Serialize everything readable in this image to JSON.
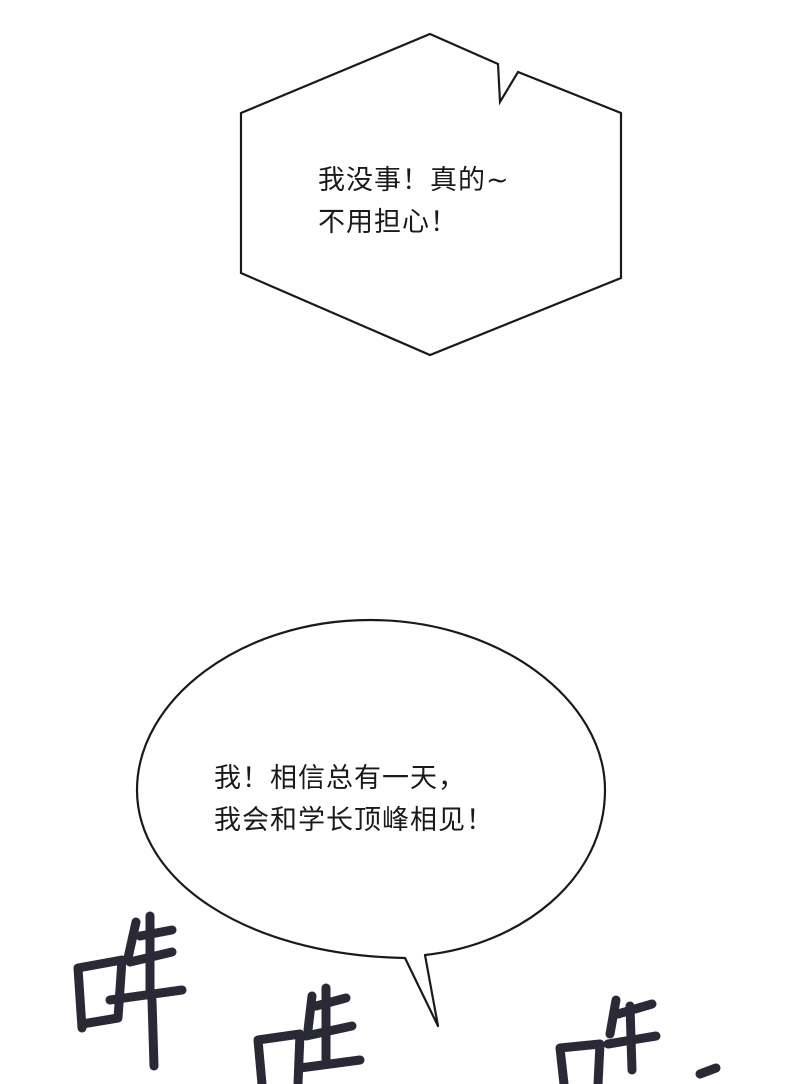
{
  "bubbles": [
    {
      "shape": "hexagon",
      "lines": [
        "我没事！真的~",
        "不用担心！"
      ]
    },
    {
      "shape": "oval",
      "lines": [
        "我！相信总有一天，",
        "我会和学长顶峰相见！"
      ]
    }
  ],
  "sfx": {
    "glyphs": [
      "哗",
      "哗",
      "哗"
    ]
  },
  "colors": {
    "background": "#ffffff",
    "ink": "#1a1a1a",
    "sfx_ink": "#2a2a36"
  }
}
